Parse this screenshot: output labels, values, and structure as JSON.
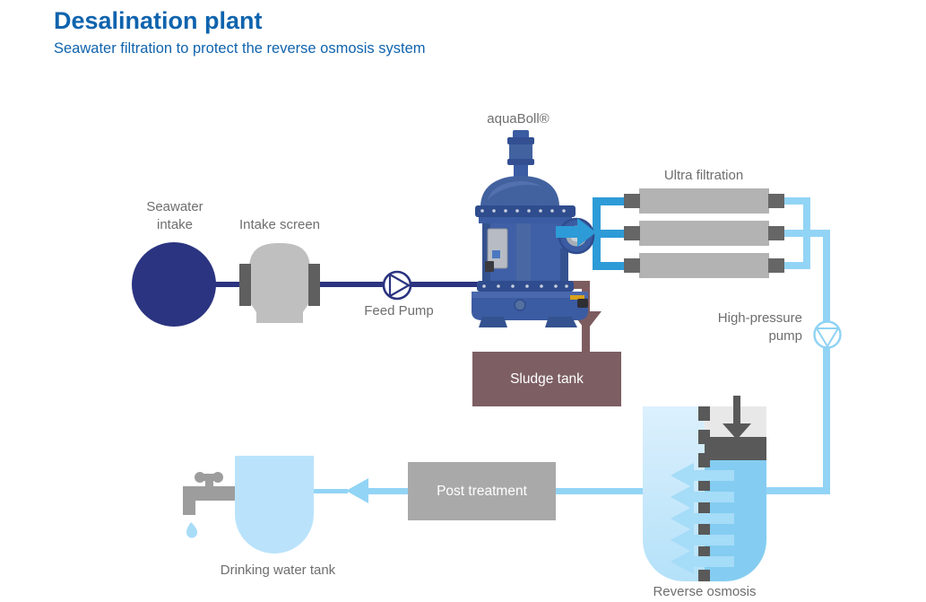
{
  "header": {
    "title": "Desalination plant",
    "subtitle": "Seawater filtration to protect the reverse osmosis system"
  },
  "nodes": {
    "seawater_intake": {
      "label": "Seawater intake"
    },
    "intake_screen": {
      "label": "Intake screen"
    },
    "feed_pump": {
      "label": "Feed Pump"
    },
    "aquaboll": {
      "label": "aquaBoll®"
    },
    "ultra_filtration": {
      "label": "Ultra filtration"
    },
    "high_pressure_pump": {
      "label": "High-pressure pump"
    },
    "sludge_tank": {
      "label": "Sludge tank"
    },
    "reverse_osmosis": {
      "label": "Reverse osmosis"
    },
    "post_treatment": {
      "label": "Post treatment"
    },
    "drinking_water_tank": {
      "label": "Drinking water tank"
    }
  },
  "colors": {
    "heading_blue": "#0f63ad",
    "navy": "#2b3480",
    "medium_blue": "#2d9bd7",
    "light_blue_pipe": "#92d4f5",
    "pale_blue_fill": "#bae3fb",
    "ro_right_fill": "#84ccf1",
    "sludge_mauve": "#7d5c60",
    "equipment_gray": "#b3b3b3",
    "dark_gray": "#595959",
    "label_gray": "#6e6e6e"
  }
}
